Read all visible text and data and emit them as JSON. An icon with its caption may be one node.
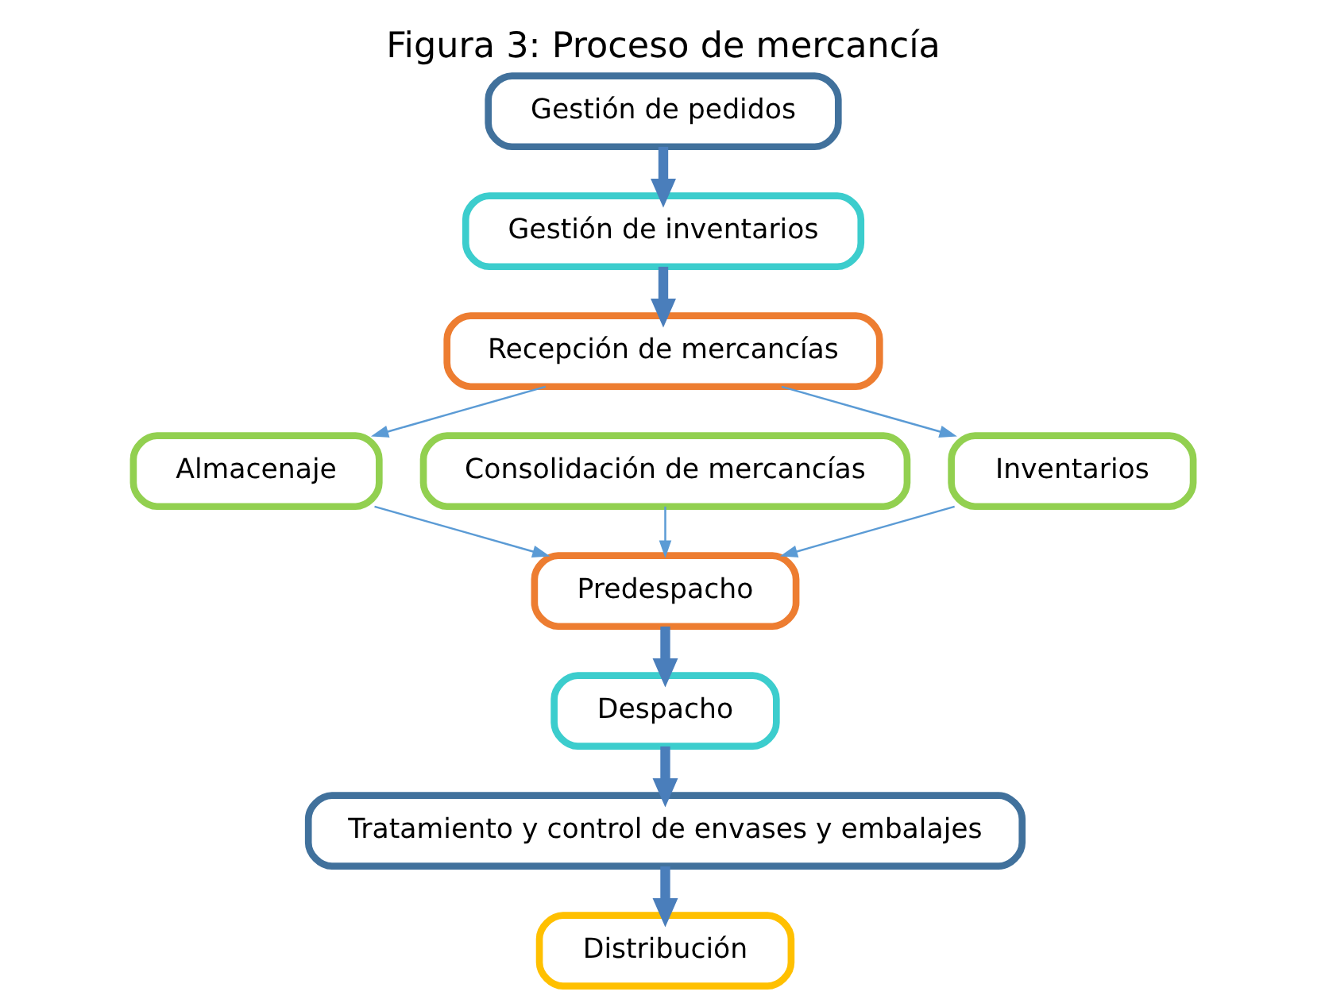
{
  "diagram": {
    "title": "Figura 3: Proceso de mercancía",
    "nodes": [
      {
        "text": [
          "Gestión de pedidos"
        ]
      },
      {
        "text": [
          "Gestión de inventarios"
        ]
      },
      {
        "text": [
          "Recepción de mercancías"
        ]
      },
      {
        "text": [
          "Almacenaje"
        ]
      },
      {
        "text": [
          "Consolidación de mercancías"
        ]
      },
      {
        "text": [
          "Inventarios"
        ]
      },
      {
        "text": [
          "Predespacho"
        ]
      },
      {
        "text": [
          "Despacho"
        ]
      },
      {
        "text": [
          "Tratamiento y control de envases y embalajes"
        ]
      },
      {
        "text": [
          "Distribución"
        ]
      }
    ],
    "edges": [
      {
        "from": 0,
        "to": 1,
        "arrow": "to",
        "style": "thick"
      },
      {
        "from": 1,
        "to": 2,
        "arrow": "to",
        "style": "thick"
      },
      {
        "from": 2,
        "to": 3,
        "arrow": "to"
      },
      {
        "from": 2,
        "to": 5,
        "arrow": "to"
      },
      {
        "from": 3,
        "to": 6,
        "arrow": "to"
      },
      {
        "from": 4,
        "to": 6,
        "arrow": "to"
      },
      {
        "from": 5,
        "to": 6,
        "arrow": "to"
      },
      {
        "from": 6,
        "to": 7,
        "arrow": "to",
        "style": "thick"
      },
      {
        "from": 7,
        "to": 8,
        "arrow": "to",
        "style": "thick"
      },
      {
        "from": 8,
        "to": 9,
        "arrow": "to",
        "style": "thick"
      }
    ]
  }
}
